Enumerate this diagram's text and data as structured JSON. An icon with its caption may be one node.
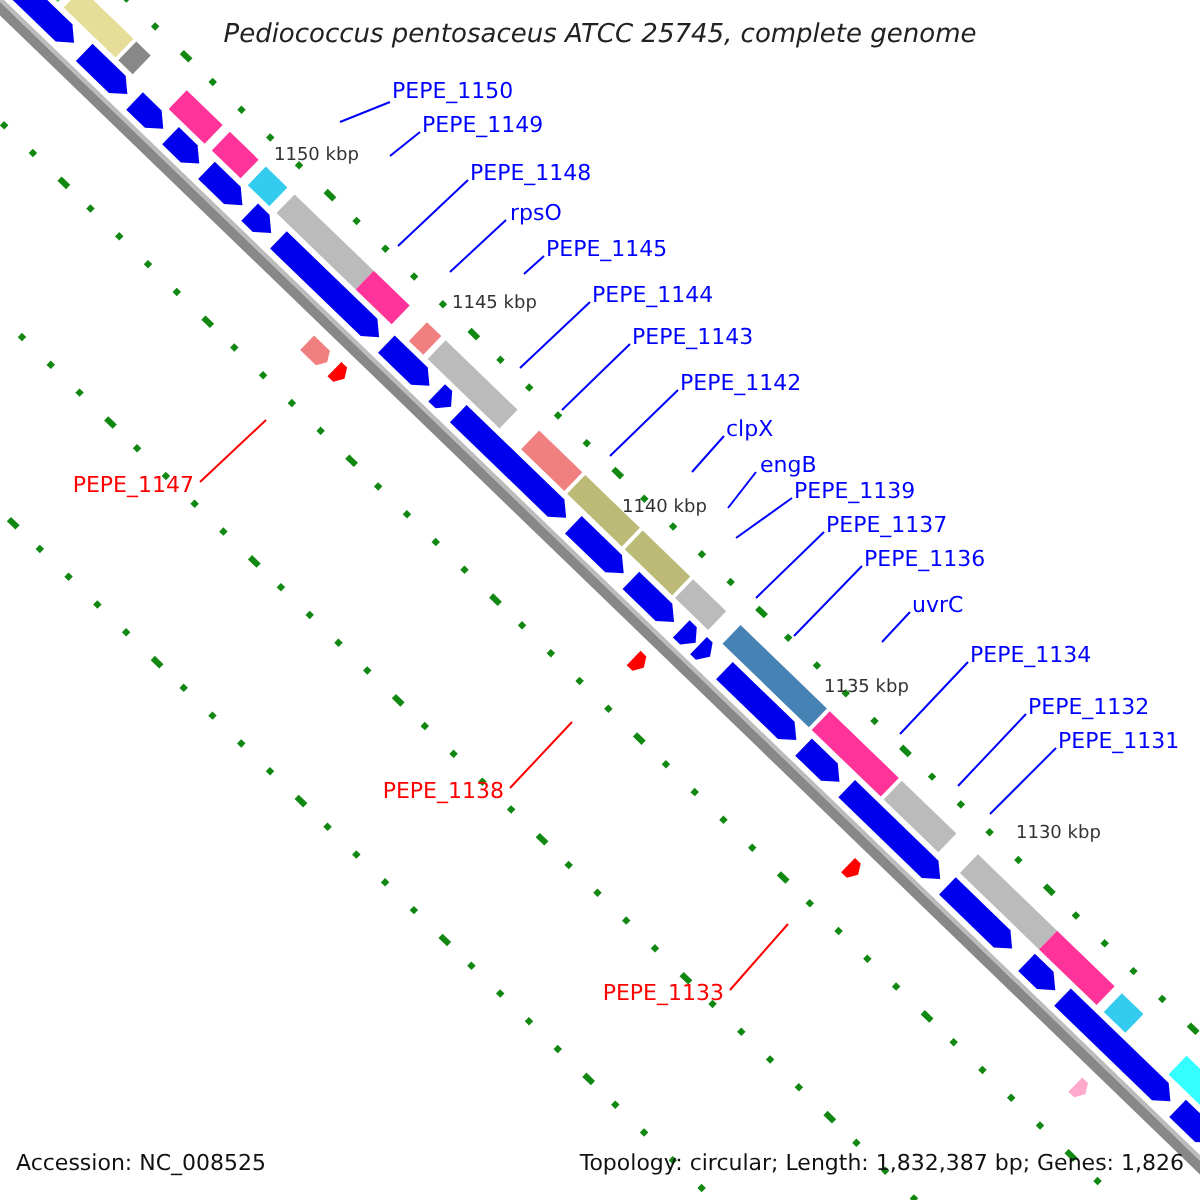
{
  "diagram": {
    "title": "Pediococcus pentosaceus ATCC 25745, complete genome",
    "nodes": [
      {
        "text": [
          "PEPE_1150"
        ]
      },
      {
        "text": [
          "PEPE_1149"
        ]
      },
      {
        "text": [
          "PEPE_1148"
        ]
      },
      {
        "text": [
          "rpsO"
        ]
      },
      {
        "text": [
          "PEPE_1145"
        ]
      },
      {
        "text": [
          "PEPE_1144"
        ]
      },
      {
        "text": [
          "PEPE_1143"
        ]
      },
      {
        "text": [
          "PEPE_1142"
        ]
      },
      {
        "text": [
          "clpX"
        ]
      },
      {
        "text": [
          "engB"
        ]
      },
      {
        "text": [
          "PEPE_1139"
        ]
      },
      {
        "text": [
          "PEPE_1137"
        ]
      },
      {
        "text": [
          "PEPE_1136"
        ]
      },
      {
        "text": [
          "uvrC"
        ]
      },
      {
        "text": [
          "PEPE_1134"
        ]
      },
      {
        "text": [
          "PEPE_1132"
        ]
      },
      {
        "text": [
          "PEPE_1131"
        ]
      },
      {
        "text": [
          "PEPE_1147"
        ]
      },
      {
        "text": [
          "PEPE_1138"
        ]
      },
      {
        "text": [
          "PEPE_1133"
        ]
      }
    ],
    "edges": [
      {
        "from": 0,
        "to": null,
        "arrow": "none"
      },
      {
        "from": 1,
        "to": null,
        "arrow": "none"
      },
      {
        "from": 2,
        "to": null,
        "arrow": "none"
      },
      {
        "from": 3,
        "to": null,
        "arrow": "none"
      },
      {
        "from": 4,
        "to": null,
        "arrow": "none"
      },
      {
        "from": 5,
        "to": null,
        "arrow": "none"
      },
      {
        "from": 6,
        "to": null,
        "arrow": "none"
      },
      {
        "from": 7,
        "to": null,
        "arrow": "none"
      },
      {
        "from": 8,
        "to": null,
        "arrow": "none"
      },
      {
        "from": 9,
        "to": null,
        "arrow": "none"
      },
      {
        "from": 10,
        "to": null,
        "arrow": "none"
      },
      {
        "from": 11,
        "to": null,
        "arrow": "none"
      },
      {
        "from": 12,
        "to": null,
        "arrow": "none"
      },
      {
        "from": 13,
        "to": null,
        "arrow": "none"
      },
      {
        "from": 14,
        "to": null,
        "arrow": "none"
      },
      {
        "from": 15,
        "to": null,
        "arrow": "none"
      },
      {
        "from": 16,
        "to": null,
        "arrow": "none"
      },
      {
        "from": 17,
        "to": null,
        "arrow": "none",
        "color": "#ff0000"
      },
      {
        "from": 18,
        "to": null,
        "arrow": "none",
        "color": "#ff0000"
      },
      {
        "from": 19,
        "to": null,
        "arrow": "none",
        "color": "#ff0000"
      }
    ],
    "labels": [
      "1150 kbp",
      "1145 kbp",
      "1140 kbp",
      "1135 kbp",
      "1130 kbp",
      "Accession: NC_008525",
      "Topology: circular; Length: 1,832,387 bp; Genes: 1,826"
    ]
  }
}
